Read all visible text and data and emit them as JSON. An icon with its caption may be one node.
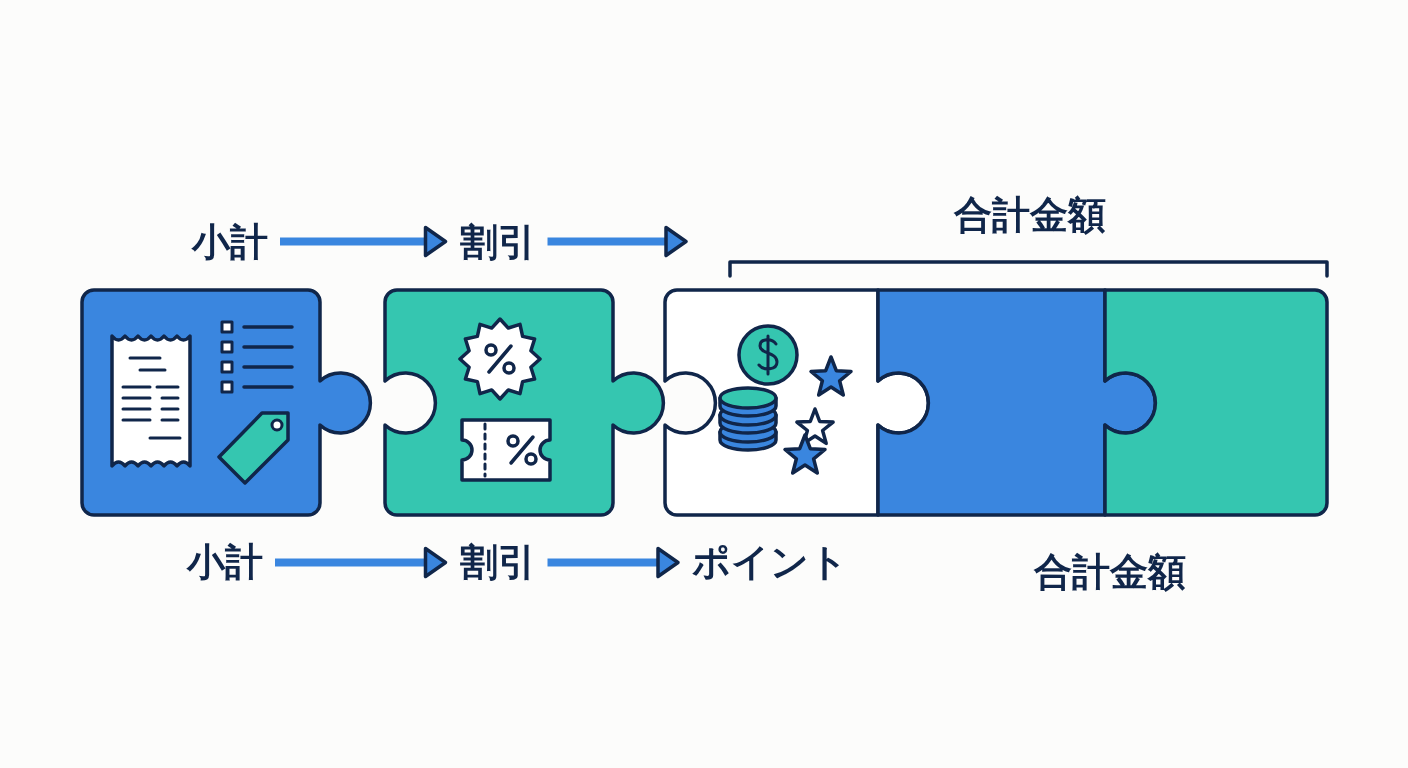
{
  "diagram": {
    "nodes": [
      {
        "text": [
          "小計"
        ]
      },
      {
        "text": [
          "割引"
        ]
      },
      {
        "text": [
          "合計金額"
        ]
      },
      {
        "text": [
          "小計"
        ]
      },
      {
        "text": [
          "割引"
        ]
      },
      {
        "text": [
          "ポイント"
        ]
      },
      {
        "text": [
          "合計金額"
        ]
      },
      {
        "text": [],
        "shape": "box"
      },
      {
        "text": [],
        "shape": "box"
      },
      {
        "text": [],
        "shape": "box"
      },
      {
        "text": [],
        "shape": "box"
      },
      {
        "text": [],
        "shape": "box"
      }
    ],
    "edges": [
      {
        "from": 0,
        "to": 1,
        "arrow": "to"
      },
      {
        "from": 1,
        "to": 9,
        "arrow": "to"
      },
      {
        "from": 3,
        "to": 4,
        "arrow": "to"
      },
      {
        "from": 4,
        "to": 5,
        "arrow": "to"
      }
    ]
  }
}
